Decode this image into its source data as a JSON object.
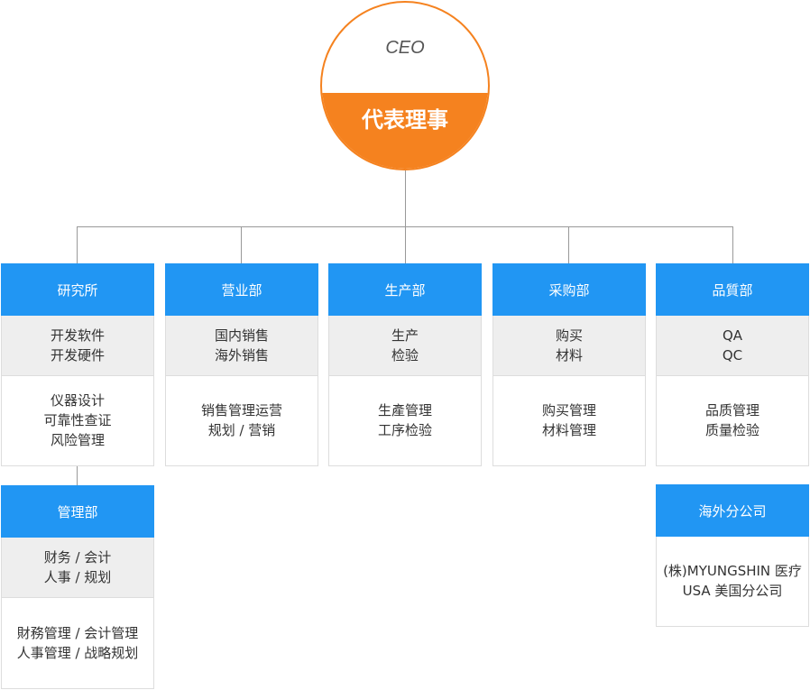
{
  "ceo": {
    "title": "CEO",
    "name": "代表理事"
  },
  "departments": [
    {
      "name": "研究所",
      "sub": [
        "开发软件",
        "开发硬件"
      ],
      "tasks": [
        "仪器设计",
        "可靠性查证",
        "风险管理"
      ]
    },
    {
      "name": "营业部",
      "sub": [
        "国内销售",
        "海外销售"
      ],
      "tasks": [
        "销售管理运营",
        "规划 / 营销"
      ]
    },
    {
      "name": "生产部",
      "sub": [
        "生产",
        "检验"
      ],
      "tasks": [
        "生產管理",
        "工序检验"
      ]
    },
    {
      "name": "采购部",
      "sub": [
        "购买",
        "材料"
      ],
      "tasks": [
        "购买管理",
        "材料管理"
      ]
    },
    {
      "name": "品質部",
      "sub": [
        "QA",
        "QC"
      ],
      "tasks": [
        "品质管理",
        "质量检验"
      ]
    }
  ],
  "admin": {
    "name": "管理部",
    "sub": [
      "财务 / 会计",
      "人事 / 规划"
    ],
    "tasks": [
      "財務管理 / 会计管理",
      "人事管理 / 战略规划"
    ]
  },
  "overseas": {
    "name": "海外分公司",
    "tasks": [
      "(株)MYUNGSHIN 医疗",
      "USA 美国分公司"
    ]
  },
  "colors": {
    "accent_orange": "#f5821f",
    "dept_blue": "#2196f3",
    "sub_bg": "#eeeeee",
    "line": "#999999"
  }
}
